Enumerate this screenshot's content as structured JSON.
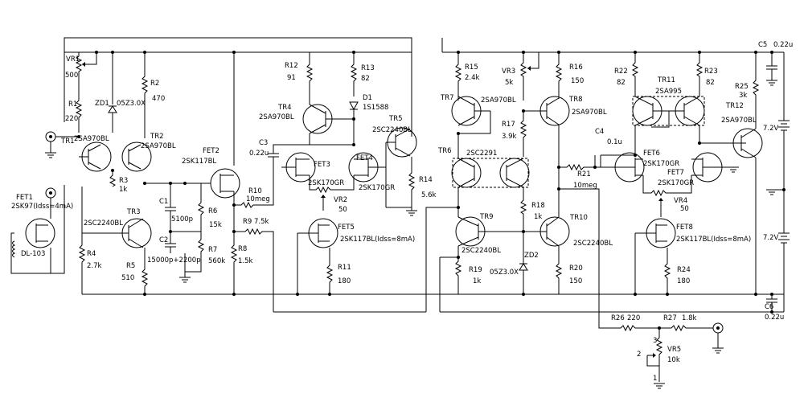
{
  "labels": {
    "vr1": "VR1",
    "vr1_val": "500",
    "r1": "R1",
    "r1_val": "220",
    "zd1": "ZD1",
    "zd1_val": "05Z3.0X",
    "r2": "R2",
    "r2_val": "470",
    "r3": "R3",
    "r3_val": "1k",
    "tr1": "TR1",
    "tr1_type": "2SA970BL",
    "tr2": "TR2",
    "tr2_type": "2SA970BL",
    "tr3": "TR3",
    "tr3_type": "2SC2240BL",
    "r4": "R4",
    "r4_val": "2.7k",
    "r5": "R5",
    "r5_val": "510",
    "fet1": "FET1",
    "fet1_type": "2SK97(Idss=4mA)",
    "dl103": "DL-103",
    "fet2": "FET2",
    "fet2_type": "2SK117BL",
    "c1": "C1",
    "c1_val": "5100p",
    "c2": "C2",
    "c2_val": "15000p+2200p",
    "r6": "R6",
    "r6_val": "15k",
    "r7": "R7",
    "r7_val": "560k",
    "r8": "R8",
    "r8_val": "1.5k",
    "r9": "R9",
    "r9_val": "7.5k",
    "r10": "R10",
    "r10_val": "10meg",
    "c3": "C3",
    "c3_val": "0.22u",
    "r12": "R12",
    "r12_val": "91",
    "r13": "R13",
    "r13_val": "82",
    "d1": "D1",
    "d1_val": "1S1588",
    "tr4": "TR4",
    "tr4_type": "2SA970BL",
    "tr5": "TR5",
    "tr5_type": "2SC2240BL",
    "fet3": "FET3",
    "fet3_type": "2SK170GR",
    "fet4": "FET4",
    "fet4_type": "2SK170GR",
    "vr2": "VR2",
    "vr2_val": "50",
    "fet5": "FET5",
    "fet5_type": "2SK117BL(Idss=8mA)",
    "r11": "R11",
    "r11_val": "180",
    "r14": "R14",
    "r14_val": "5.6k",
    "r15": "R15",
    "r15_val": "2.4k",
    "vr3": "VR3",
    "vr3_val": "5k",
    "r16": "R16",
    "r16_val": "150",
    "tr7": "TR7",
    "tr7_type": "2SA970BL",
    "tr8": "TR8",
    "tr8_type": "2SA970BL",
    "r17": "R17",
    "r17_val": "3.9k",
    "tr6": "TR6",
    "tr6_type": "2SC2291",
    "r18": "R18",
    "r18_val": "1k",
    "tr9": "TR9",
    "tr9_type": "2SC2240BL",
    "tr10": "TR10",
    "tr10_type": "2SC2240BL",
    "r19": "R19",
    "r19_val": "1k",
    "zd2": "ZD2",
    "zd2_val": "05Z3.0X",
    "r20": "R20",
    "r20_val": "150",
    "r21": "R21",
    "r21_val": "10meg",
    "c4": "C4",
    "c4_val": "0.1u",
    "r22": "R22",
    "r22_val": "82",
    "tr11": "TR11",
    "tr11_type": "2SA995",
    "r23": "R23",
    "r23_val": "82",
    "r25": "R25",
    "r25_val": "3k",
    "tr12": "TR12",
    "tr12_type": "2SA970BL",
    "fet6": "FET6",
    "fet6_type": "2SK170GR",
    "fet7": "FET7",
    "fet7_type": "2SK170GR",
    "vr4": "VR4",
    "vr4_val": "50",
    "fet8": "FET8",
    "fet8_type": "2SK117BL(Idss=8mA)",
    "r24": "R24",
    "r24_val": "180",
    "c5": "C5",
    "c5_val": "0.22u",
    "c6": "C6",
    "c6_val": "0.22u",
    "bat1": "7.2V",
    "bat2": "7.2V",
    "r26": "R26",
    "r26_val": "220",
    "r27": "R27",
    "r27_val": "1.8k",
    "vr5": "VR5",
    "vr5_val": "10k",
    "pin1": "1",
    "pin2": "2",
    "pin3": "3"
  }
}
